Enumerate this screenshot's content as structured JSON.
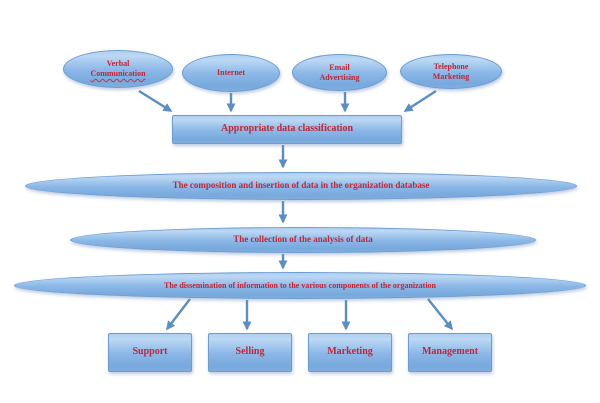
{
  "diagram": {
    "background": "#ffffff",
    "colors": {
      "shape_fill_light": "#bcd8f4",
      "shape_fill": "#8cb8e8",
      "shape_fill_dark": "#78a9dd",
      "shape_border": "#6d9ccf",
      "arrow": "#5b8ec6",
      "label_text": "#c22535"
    },
    "sources": [
      {
        "id": "verbal-communication",
        "line1": "Verbal",
        "line2": "Communication"
      },
      {
        "id": "internet",
        "line1": "Internet",
        "line2": ""
      },
      {
        "id": "email-advertising",
        "line1": "Email",
        "line2": "Advertising"
      },
      {
        "id": "telephone-marketing",
        "line1": "Telephone",
        "line2": "Marketing"
      }
    ],
    "classification": {
      "label": "Appropriate data classification"
    },
    "stages": [
      {
        "label": "The composition and insertion of data in the organization database"
      },
      {
        "label": "The collection of the analysis of data"
      },
      {
        "label": "The dissemination of information to the various components of the organization"
      }
    ],
    "outputs": [
      {
        "label": "Support"
      },
      {
        "label": "Selling"
      },
      {
        "label": "Marketing"
      },
      {
        "label": "Management"
      }
    ]
  }
}
